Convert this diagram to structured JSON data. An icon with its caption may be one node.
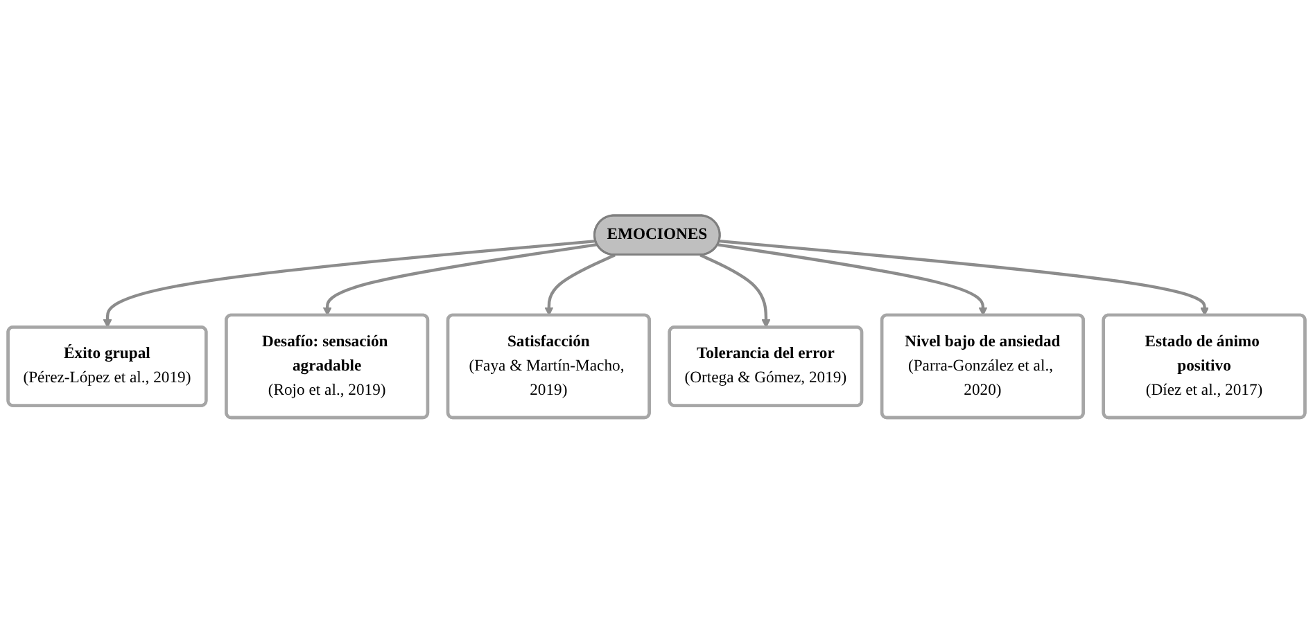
{
  "diagram": {
    "nodes": [
      {
        "text": [
          "Éxito grupal",
          "(Pérez-López et al., 2019)"
        ]
      },
      {
        "text": [
          "Desafío: sensación agradable",
          "(Rojo et al., 2019)"
        ]
      },
      {
        "text": [
          "Satisfacción",
          "(Faya & Martín-Macho, 2019)"
        ]
      },
      {
        "text": [
          "EMOCIONES"
        ]
      },
      {
        "text": [
          "Tolerancia del error",
          "(Ortega & Gómez, 2019)"
        ]
      },
      {
        "text": [
          "Nivel bajo de ansiedad",
          "(Parra-González et al., 2020)"
        ]
      },
      {
        "text": [
          "Estado de ánimo positivo",
          "(Díez et al., 2017)"
        ]
      }
    ],
    "edges": [
      {
        "from": 3,
        "to": 0,
        "arrow": "to"
      },
      {
        "from": 3,
        "to": 1,
        "arrow": "to"
      },
      {
        "from": 3,
        "to": 2,
        "arrow": "to"
      },
      {
        "from": 3,
        "to": 4,
        "arrow": "to"
      },
      {
        "from": 3,
        "to": 5,
        "arrow": "to"
      },
      {
        "from": 3,
        "to": 6,
        "arrow": "to"
      }
    ]
  }
}
